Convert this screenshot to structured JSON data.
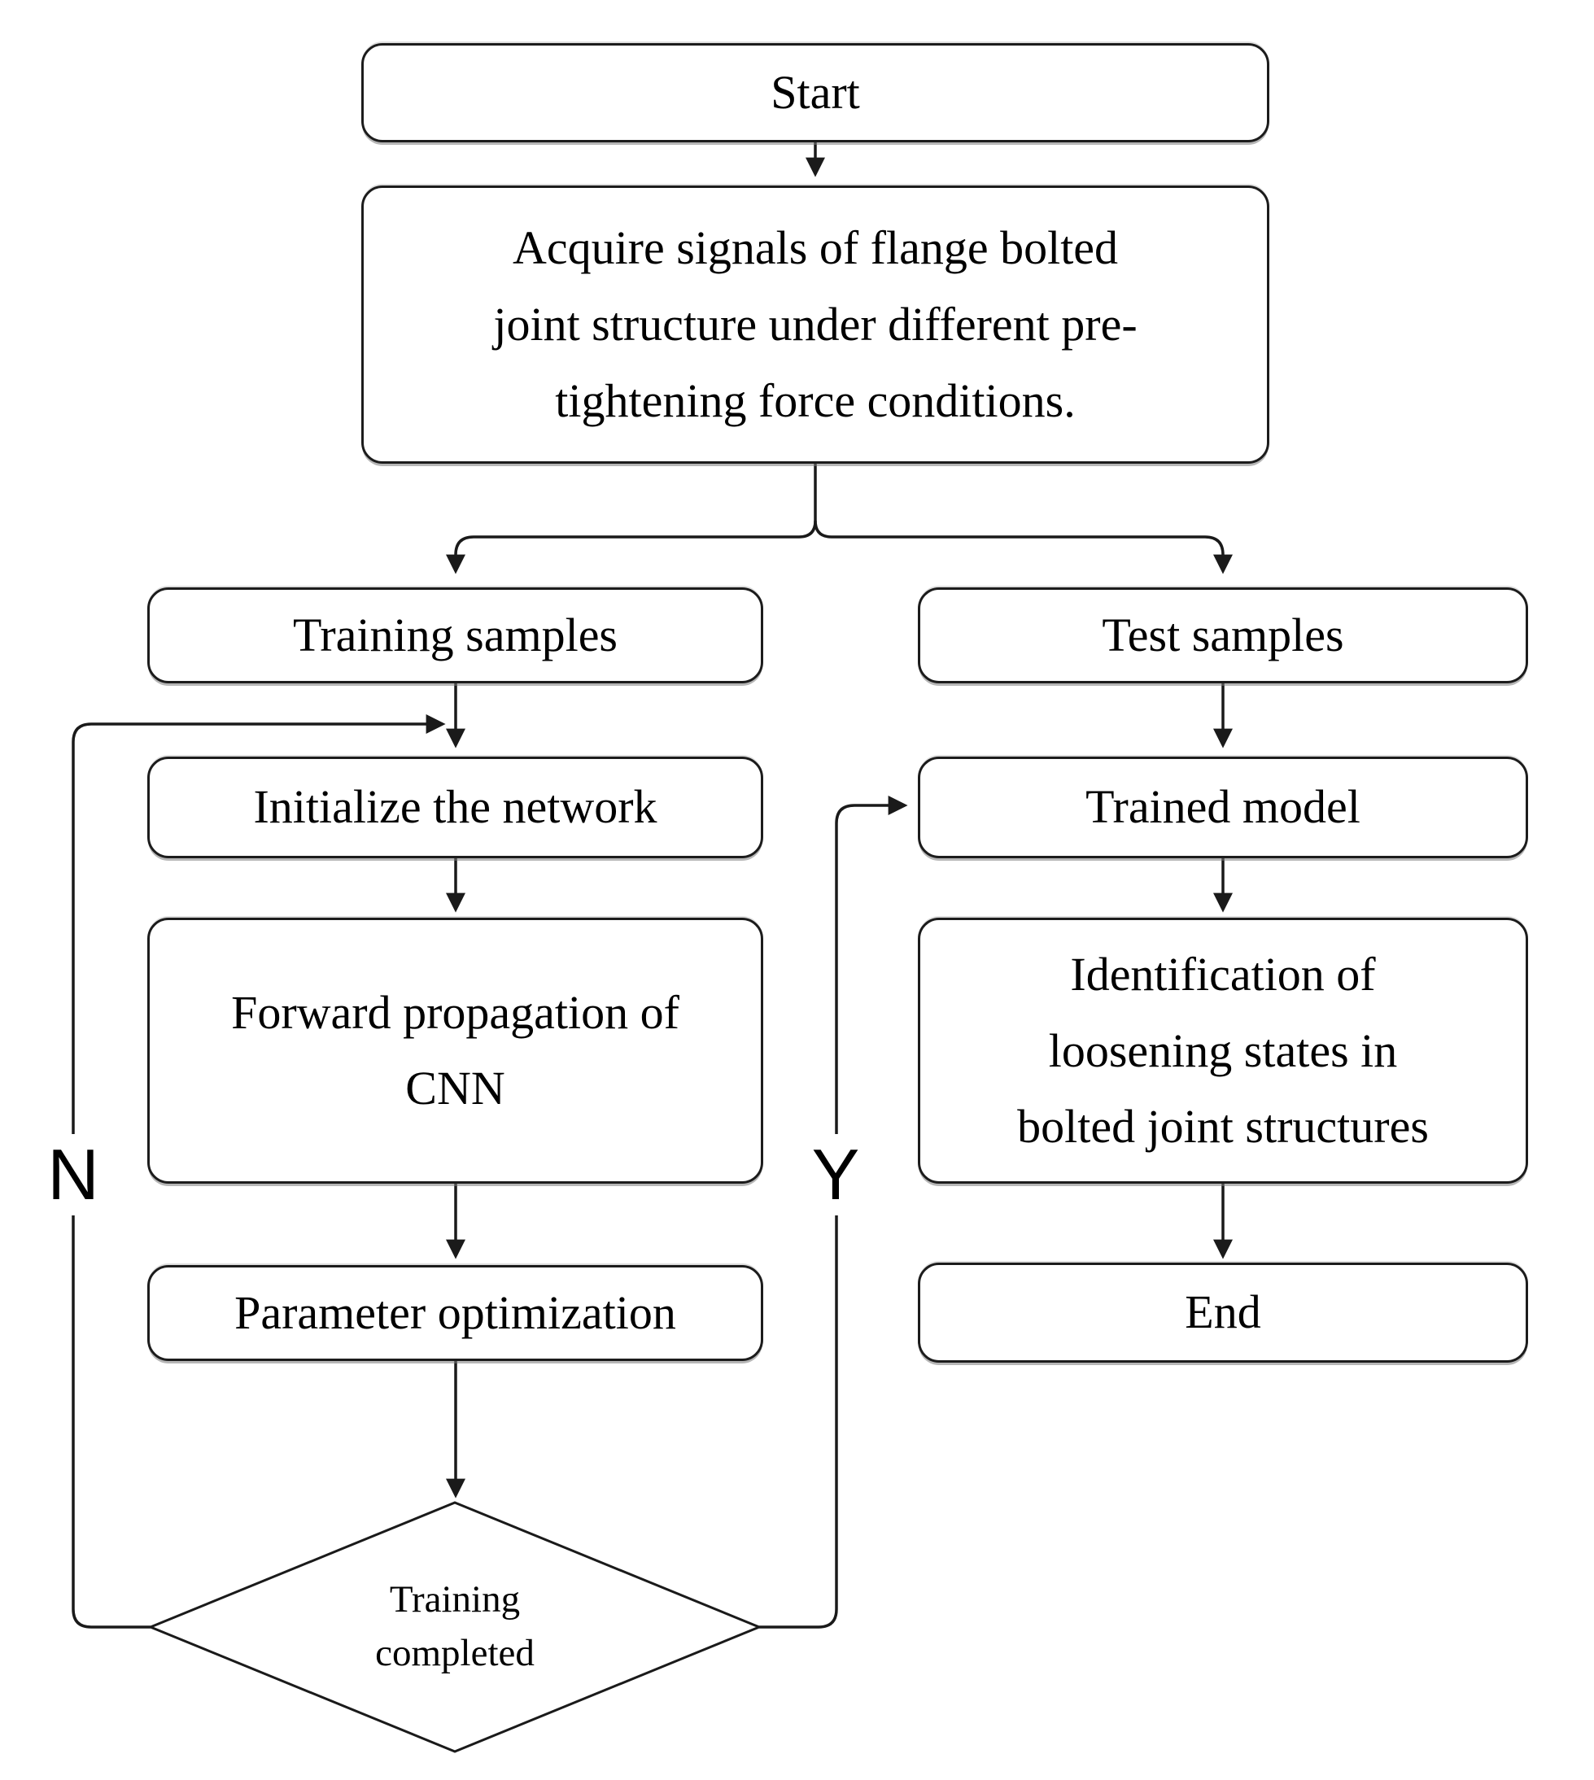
{
  "colors": {
    "line": "#1a1a1a",
    "background": "#ffffff",
    "text": "#000000"
  },
  "flowchart": {
    "nodes": {
      "start": {
        "label": "Start"
      },
      "acquire": {
        "lines": [
          "Acquire signals of flange bolted",
          "joint structure under different pre-",
          "tightening force conditions."
        ]
      },
      "training_samples": {
        "label": "Training samples"
      },
      "test_samples": {
        "label": "Test samples"
      },
      "initialize_network": {
        "label": "Initialize the network"
      },
      "trained_model": {
        "label": "Trained model"
      },
      "forward_propagation": {
        "lines": [
          "Forward propagation of",
          "CNN"
        ]
      },
      "identification": {
        "lines": [
          "Identification of",
          "loosening states in",
          "bolted joint structures"
        ]
      },
      "parameter_optimization": {
        "label": "Parameter optimization"
      },
      "decision": {
        "lines": [
          "Training",
          "completed"
        ]
      },
      "end": {
        "label": "End"
      }
    },
    "edge_labels": {
      "no": "N",
      "yes": "Y"
    }
  }
}
